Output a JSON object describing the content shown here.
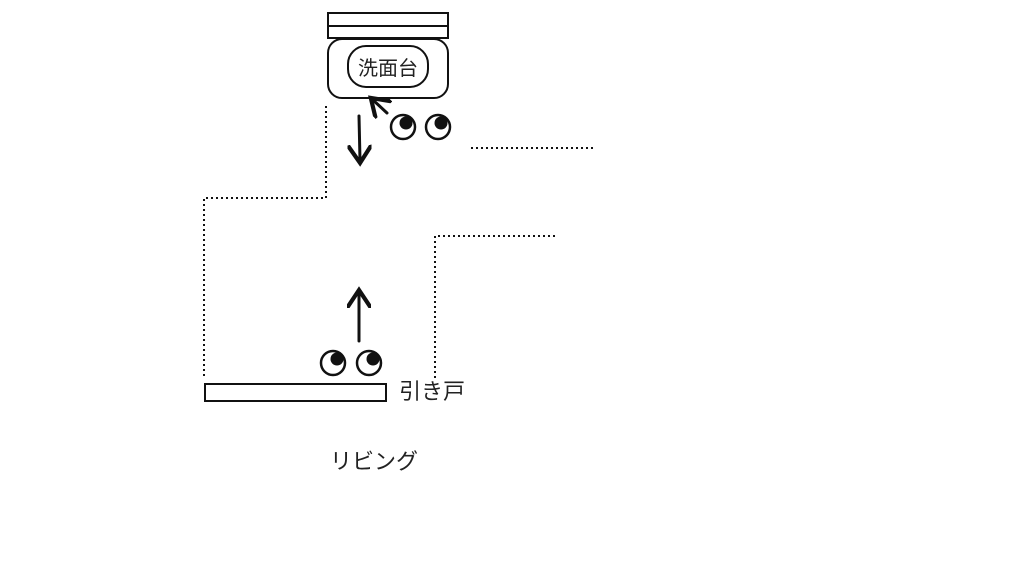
{
  "diagram": {
    "sink_label": "洗面台",
    "sliding_door_label": "引き戸",
    "living_label": "リビング",
    "line_color": "#111111",
    "wall_style": "dotted",
    "icons": [
      "eyes-icon",
      "eyes-icon",
      "arrow-up-icon",
      "arrow-down-icon",
      "arrow-up-left-icon"
    ]
  }
}
